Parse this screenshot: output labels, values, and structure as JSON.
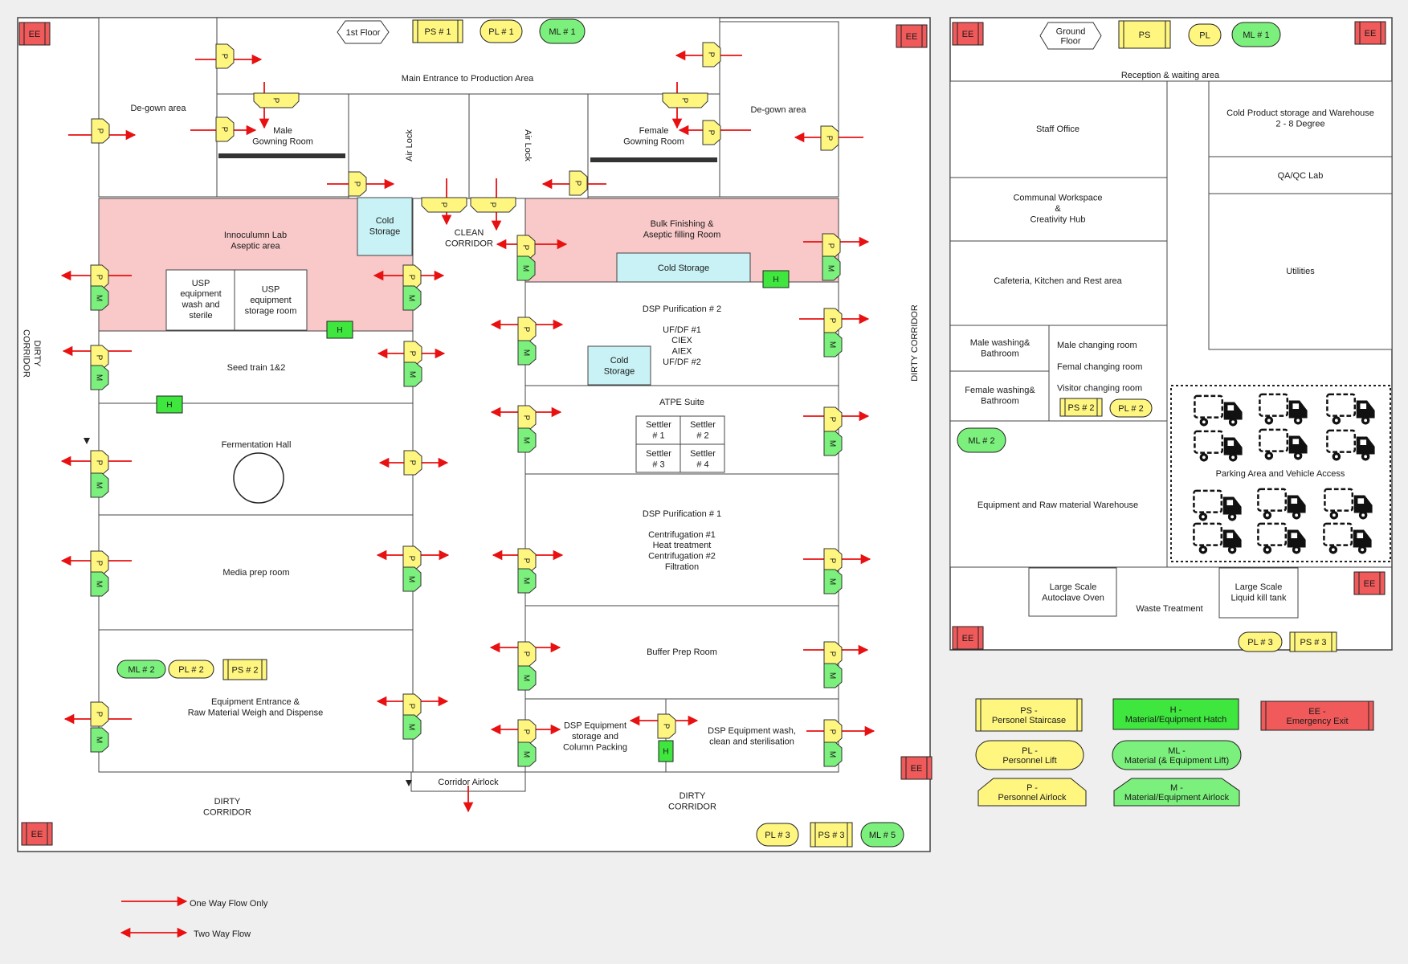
{
  "floor_tags": {
    "first": "1st Floor",
    "ground": "Ground\nFloor"
  },
  "badges": [
    {
      "id": "ps1",
      "type": "PS",
      "text": "PS # 1"
    },
    {
      "id": "pl1",
      "type": "PL",
      "text": "PL # 1"
    },
    {
      "id": "ml1",
      "type": "ML",
      "text": "ML # 1"
    },
    {
      "id": "ml2a",
      "type": "ML",
      "text": "ML # 2"
    },
    {
      "id": "pl2a",
      "type": "PL",
      "text": "PL # 2"
    },
    {
      "id": "ps2a",
      "type": "PS",
      "text": "PS # 2"
    },
    {
      "id": "pl3a",
      "type": "PL",
      "text": "PL # 3"
    },
    {
      "id": "ps3a",
      "type": "PS",
      "text": "PS # 3"
    },
    {
      "id": "ml5",
      "type": "ML",
      "text": "ML # 5"
    },
    {
      "id": "gps",
      "type": "PS",
      "text": "PS"
    },
    {
      "id": "gpl",
      "type": "PL",
      "text": "PL"
    },
    {
      "id": "gml1",
      "type": "ML",
      "text": "ML # 1"
    },
    {
      "id": "gps2",
      "type": "PS",
      "text": "PS # 2"
    },
    {
      "id": "gpl2",
      "type": "PL",
      "text": "PL # 2"
    },
    {
      "id": "gml2",
      "type": "ML",
      "text": "ML # 2"
    },
    {
      "id": "gpl3",
      "type": "PL",
      "text": "PL # 3"
    },
    {
      "id": "gps3",
      "type": "PS",
      "text": "PS # 3"
    }
  ],
  "ee_label": "EE",
  "p_label": "P",
  "m_label": "M",
  "h_label": "H",
  "rooms_first": [
    {
      "id": "degown_l",
      "text": "De-gown area"
    },
    {
      "id": "main_entrance",
      "text": "Main Entrance to Production Area"
    },
    {
      "id": "male_gown",
      "text": "Male\nGowning Room"
    },
    {
      "id": "airlock1",
      "text": "Air Lock"
    },
    {
      "id": "airlock2",
      "text": "Air Lock"
    },
    {
      "id": "female_gown",
      "text": "Female\nGowning Room"
    },
    {
      "id": "degown_r",
      "text": "De-gown area"
    },
    {
      "id": "innoc",
      "text": "Innoculumn Lab\nAseptic area"
    },
    {
      "id": "cold1",
      "text": "Cold\nStorage"
    },
    {
      "id": "clean_corr",
      "text": "CLEAN\nCORRIDOR"
    },
    {
      "id": "bulk",
      "text": "Bulk Finishing &\nAseptic filling Room"
    },
    {
      "id": "cold2",
      "text": "Cold Storage"
    },
    {
      "id": "usp_wash",
      "text": "USP\nequipment\nwash and\nsterile"
    },
    {
      "id": "usp_store",
      "text": "USP\nequipment\nstorage room"
    },
    {
      "id": "dsp2",
      "text": "DSP Purification  # 2"
    },
    {
      "id": "dsp2_list",
      "text": "UF/DF #1\nCIEX\nAIEX\nUF/DF #2"
    },
    {
      "id": "cold3",
      "text": "Cold\nStorage"
    },
    {
      "id": "seed",
      "text": "Seed train 1&2"
    },
    {
      "id": "atpe",
      "text": "ATPE Suite"
    },
    {
      "id": "settler1",
      "text": "Settler\n# 1"
    },
    {
      "id": "settler2",
      "text": "Settler\n# 2"
    },
    {
      "id": "settler3",
      "text": "Settler\n# 3"
    },
    {
      "id": "settler4",
      "text": "Settler\n# 4"
    },
    {
      "id": "ferment",
      "text": "Fermentation Hall"
    },
    {
      "id": "dsp1",
      "text": "DSP Purification # 1"
    },
    {
      "id": "dsp1_list",
      "text": "Centrifugation #1\nHeat treatment\nCentrifugation #2\nFiltration"
    },
    {
      "id": "media",
      "text": "Media prep room"
    },
    {
      "id": "buffer",
      "text": "Buffer Prep Room"
    },
    {
      "id": "equip_entr",
      "text": "Equipment Entrance &\nRaw Material Weigh and Dispense"
    },
    {
      "id": "dsp_store",
      "text": "DSP Equipment\nstorage and\nColumn Packing"
    },
    {
      "id": "dsp_wash",
      "text": "DSP Equipment wash,\nclean and sterilisation"
    },
    {
      "id": "corr_airlock",
      "text": "Corridor Airlock"
    },
    {
      "id": "dirty_b1",
      "text": "DIRTY\nCORRIDOR"
    },
    {
      "id": "dirty_b2",
      "text": "DIRTY\nCORRIDOR"
    },
    {
      "id": "dirty_l",
      "text": "DIRTY\nCORRIDOR"
    },
    {
      "id": "dirty_r",
      "text": "DIRTY  CORRIDOR"
    }
  ],
  "rooms_ground": [
    {
      "id": "reception",
      "text": "Reception & waiting area"
    },
    {
      "id": "staff",
      "text": "Staff Office"
    },
    {
      "id": "cold_wh",
      "text": "Cold Product storage and Warehouse\n2 - 8 Degree"
    },
    {
      "id": "qaqc",
      "text": "QA/QC Lab"
    },
    {
      "id": "communal",
      "text": "Communal Workspace\n&\nCreativity Hub"
    },
    {
      "id": "utilities",
      "text": "Utilities"
    },
    {
      "id": "cafeteria",
      "text": "Cafeteria, Kitchen and Rest area"
    },
    {
      "id": "male_wash",
      "text": "Male washing&\nBathroom"
    },
    {
      "id": "changing",
      "text": "Male changing room\n\nFemal changing room\n\nVisitor changing room"
    },
    {
      "id": "female_wash",
      "text": "Female washing&\nBathroom"
    },
    {
      "id": "parking",
      "text": "Parking Area and Vehicle Access"
    },
    {
      "id": "equip_wh",
      "text": "Equipment and Raw material Warehouse"
    },
    {
      "id": "autoclave",
      "text": "Large Scale\nAutoclave Oven"
    },
    {
      "id": "waste",
      "text": "Waste Treatment"
    },
    {
      "id": "killtank",
      "text": "Large Scale\nLiquid kill tank"
    }
  ],
  "legend": [
    {
      "id": "ps",
      "type": "PS",
      "text": "PS -\nPersonel Staircase"
    },
    {
      "id": "h",
      "type": "H",
      "text": "H -\nMaterial/Equipment Hatch"
    },
    {
      "id": "ee",
      "type": "EE",
      "text": "EE -\nEmergency Exit"
    },
    {
      "id": "pl",
      "type": "PL",
      "text": "PL -\nPersonnel Lift"
    },
    {
      "id": "ml",
      "type": "ML",
      "text": "ML -\nMaterial (& Equipment Lift)"
    },
    {
      "id": "p",
      "type": "P",
      "text": "P -\nPersonnel Airlock"
    },
    {
      "id": "m",
      "type": "M",
      "text": "M -\nMaterial/Equipment Airlock"
    }
  ],
  "flow_legend": {
    "one_way": "One Way Flow Only",
    "two_way": "Two Way Flow"
  },
  "colors": {
    "aseptic": "#f9c8c8",
    "cold": "#c8f2f5",
    "yellow": "#fff680",
    "green_light": "#7cf07c",
    "green_hatch": "#3ee63e",
    "ee_red": "#f05a5a",
    "arrow": "#e81010",
    "wall": "#555555"
  },
  "icons": {
    "truck": "delivery-truck-icon",
    "tank": "fermentation-tank-icon"
  }
}
